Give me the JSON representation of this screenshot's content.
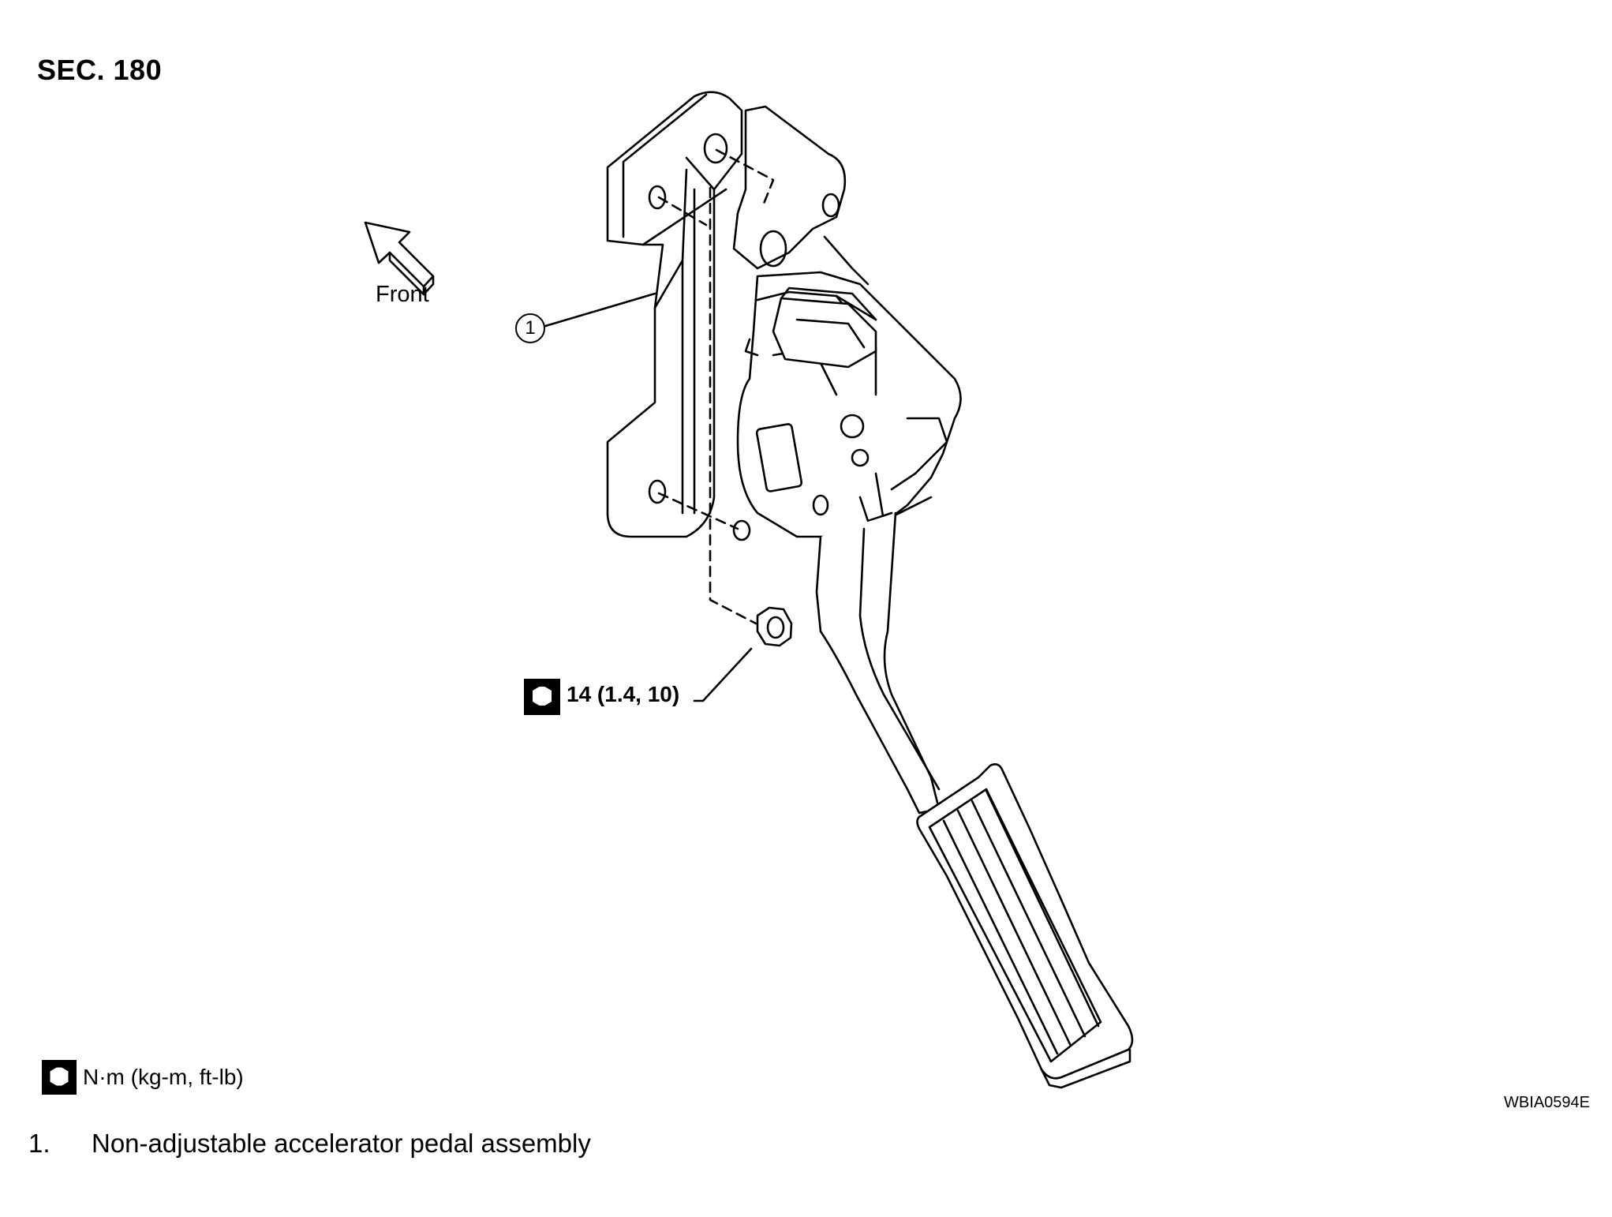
{
  "section": "SEC. 180",
  "front_label": "Front",
  "callout": {
    "number": "1"
  },
  "torque": {
    "value": "14 (1.4, 10)",
    "icon": "torque-wrench-icon"
  },
  "legend": {
    "units": "N·m (kg-m, ft-lb)",
    "icon": "torque-wrench-icon"
  },
  "reference_code": "WBIA0594E",
  "caption": {
    "number": "1.",
    "text": "Non-adjustable accelerator pedal assembly"
  }
}
